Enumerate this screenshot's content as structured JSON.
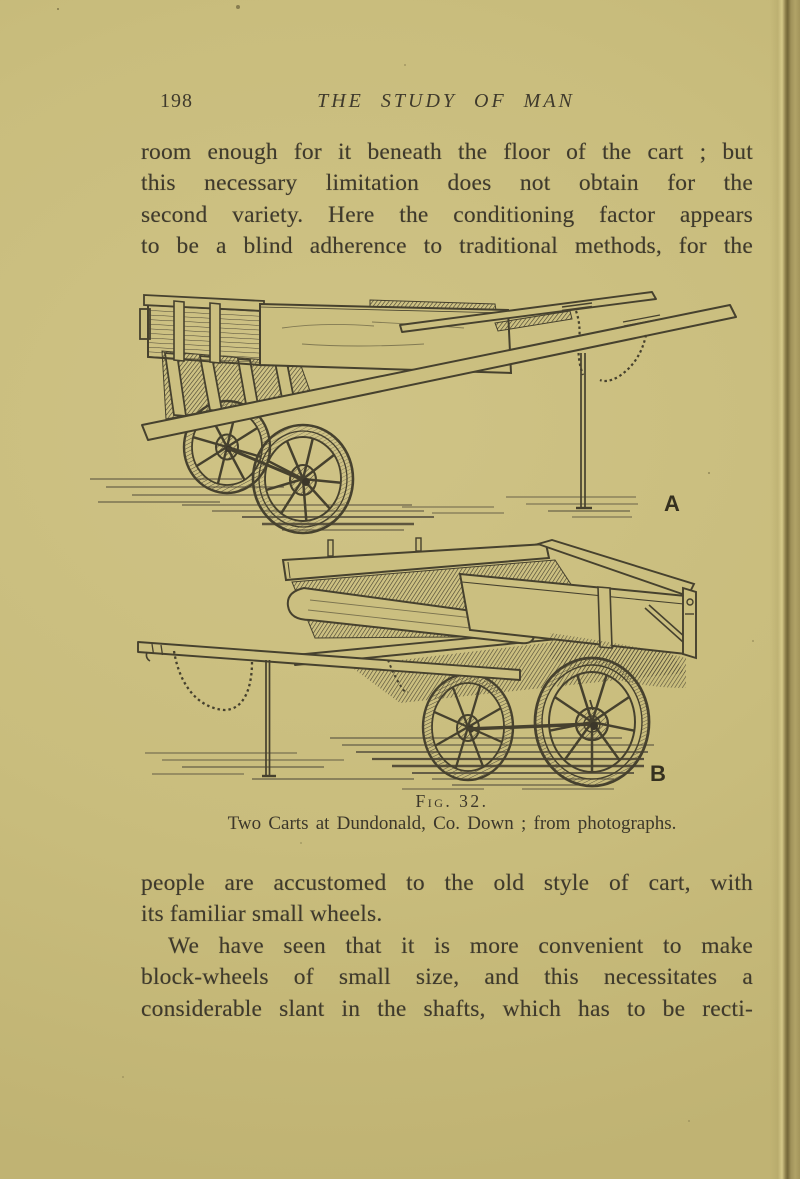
{
  "page": {
    "number": "198",
    "running_title": "THE STUDY OF MAN",
    "paragraph_top": {
      "line1": "room enough for it beneath the floor of the cart ; but",
      "line2": "this necessary limitation does not obtain for the",
      "line3": "second variety.  Here the conditioning factor appears",
      "line4": "to be a blind adherence to traditional methods, for the"
    },
    "figure": {
      "label_a": "A",
      "label_b": "B",
      "caption_number": "Fig. 32.",
      "caption_text": "Two Carts at Dundonald, Co. Down ; from photographs.",
      "illustration_a": "engraving-cart-with-raised-shafts",
      "illustration_b": "engraving-cart-resting-on-prop"
    },
    "paragraph_bottom": {
      "line1": "people are accustomed to the old style of cart, with",
      "line2": "its familiar small wheels.",
      "line3": "We have seen that it is more convenient to make",
      "line4": "block-wheels of small size, and this necessitates a",
      "line5": "considerable slant in the shafts, which has to be recti-"
    }
  },
  "colors": {
    "paper": "#c9bd7d",
    "ink": "#3f3a2c",
    "engraving": "#46412e",
    "edge_shadow": "#746739"
  }
}
